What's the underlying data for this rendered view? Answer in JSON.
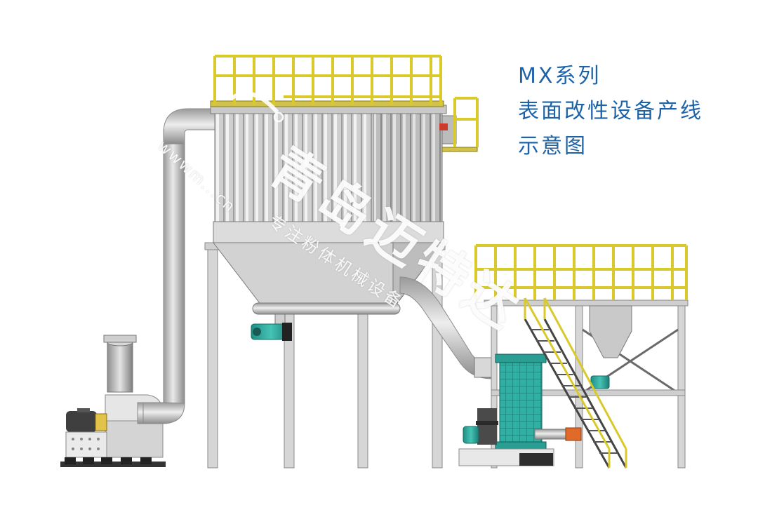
{
  "title": {
    "line1": "MX系列",
    "line2": "表面改性设备产线",
    "line3": "示意图"
  },
  "watermark": {
    "brand": "青岛迈特达",
    "slogan": "专注粉体机械设备",
    "url": "wwwm...cn"
  },
  "colors": {
    "title": "#1e63a8",
    "railing": "#e8d63a",
    "steel": "#b9b9b9",
    "motor": "#2aa79b",
    "accent": "#e06a2a"
  },
  "components": [
    "exhaust-fan",
    "ducting",
    "bag-filter-dust-collector",
    "rotary-discharge-valve",
    "modification-machine",
    "feed-hopper",
    "access-stairway",
    "platform-railings"
  ]
}
